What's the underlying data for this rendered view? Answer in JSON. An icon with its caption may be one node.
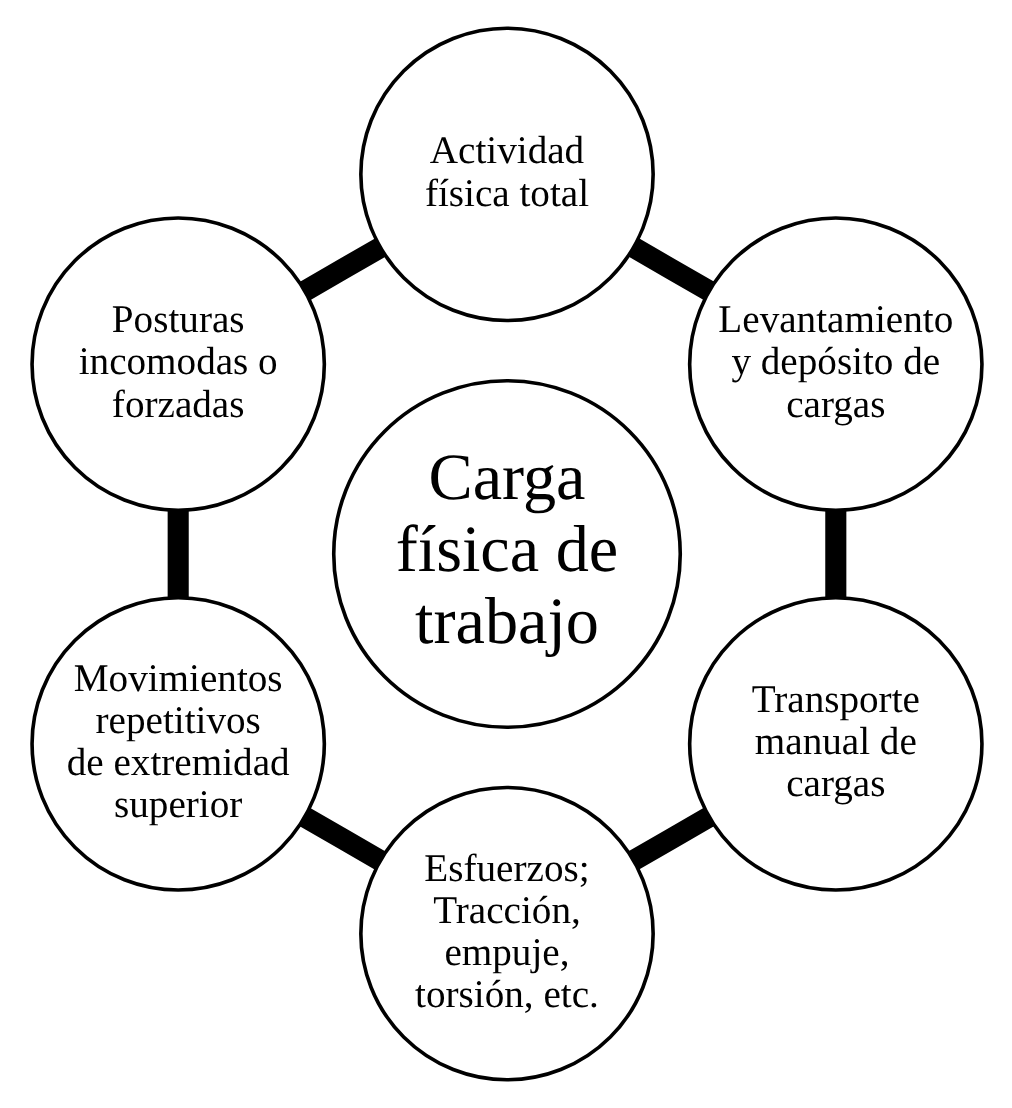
{
  "diagram": {
    "nodes": [
      {
        "text": [
          "Actividad física total"
        ]
      },
      {
        "text": [
          "Levantamiento y depósito de cargas"
        ]
      },
      {
        "text": [
          "Transporte manual de cargas"
        ]
      },
      {
        "text": [
          "Esfuerzos; Tracción, empuje, torsión, etc."
        ]
      },
      {
        "text": [
          "Movimientos repetitivos de extremidad superior"
        ]
      },
      {
        "text": [
          "Posturas incomodas o forzadas"
        ]
      },
      {
        "text": [
          "Carga física de trabajo"
        ]
      }
    ],
    "edges": [
      {
        "from": 0,
        "to": 1,
        "arrow": "none"
      },
      {
        "from": 1,
        "to": 2,
        "arrow": "none"
      },
      {
        "from": 2,
        "to": 3,
        "arrow": "none"
      },
      {
        "from": 3,
        "to": 4,
        "arrow": "none"
      },
      {
        "from": 4,
        "to": 5,
        "arrow": "none"
      },
      {
        "from": 5,
        "to": 0,
        "arrow": "none"
      }
    ]
  }
}
